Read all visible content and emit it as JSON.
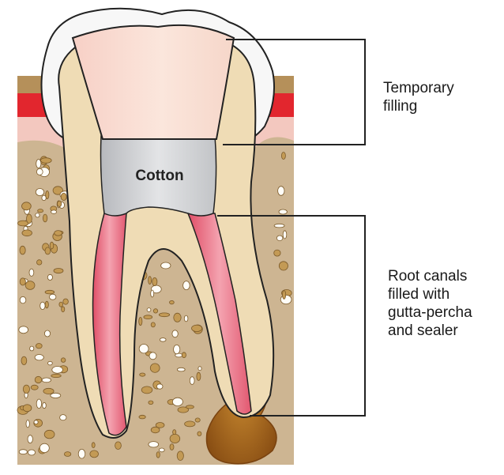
{
  "diagram": {
    "inner_label": "Cotton",
    "callouts": [
      {
        "id": "temporary-filling",
        "text": "Temporary\nfilling"
      },
      {
        "id": "root-canals",
        "text": "Root canals\nfilled with\ngutta-percha\nand sealer"
      }
    ]
  },
  "colors": {
    "background": "#ffffff",
    "bone": "#cdb592",
    "bone_pore": "#c39a55",
    "gum_pink": "#f3c8bf",
    "gum_red": "#e2262e",
    "enamel": "#f7f7f7",
    "dentin": "#efdcb5",
    "temporary_filling": "#f7d9cc",
    "cotton": "#cfd0d3",
    "gutta_percha": "#ea6f84",
    "lesion": "#a7651d",
    "callout_line": "#222222"
  }
}
